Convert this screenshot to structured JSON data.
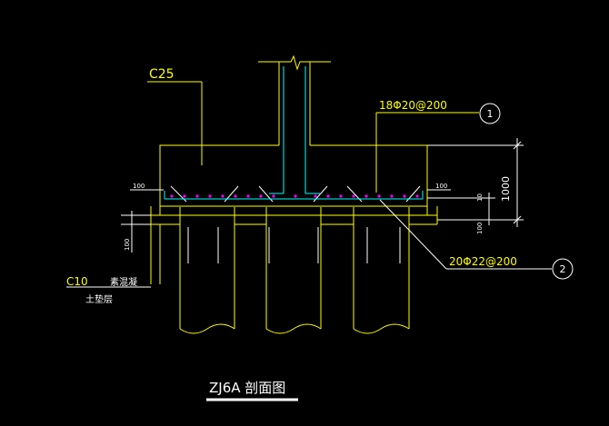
{
  "drawing": {
    "concrete_grade": "C25",
    "top_rebar": "18Φ20@200",
    "bottom_rebar": "20Φ22@200",
    "callout_1": "1",
    "callout_2": "2",
    "dim_total_height": "1000",
    "dim_cover_left": "100",
    "dim_cover_right": "100",
    "dim_cushion_right": "100",
    "dim_pile_embed": "10",
    "dim_cushion_left": "100",
    "cushion_grade": "C10",
    "cushion_material": "素混凝",
    "cushion_label": "土垫层",
    "section_title": "ZJ6A 剖面图"
  },
  "colors": {
    "background": "#000000",
    "outline": "#ffff00",
    "rebar": "#00ffff",
    "text": "#ffffff",
    "rebar_dot": "#ff00ff"
  }
}
